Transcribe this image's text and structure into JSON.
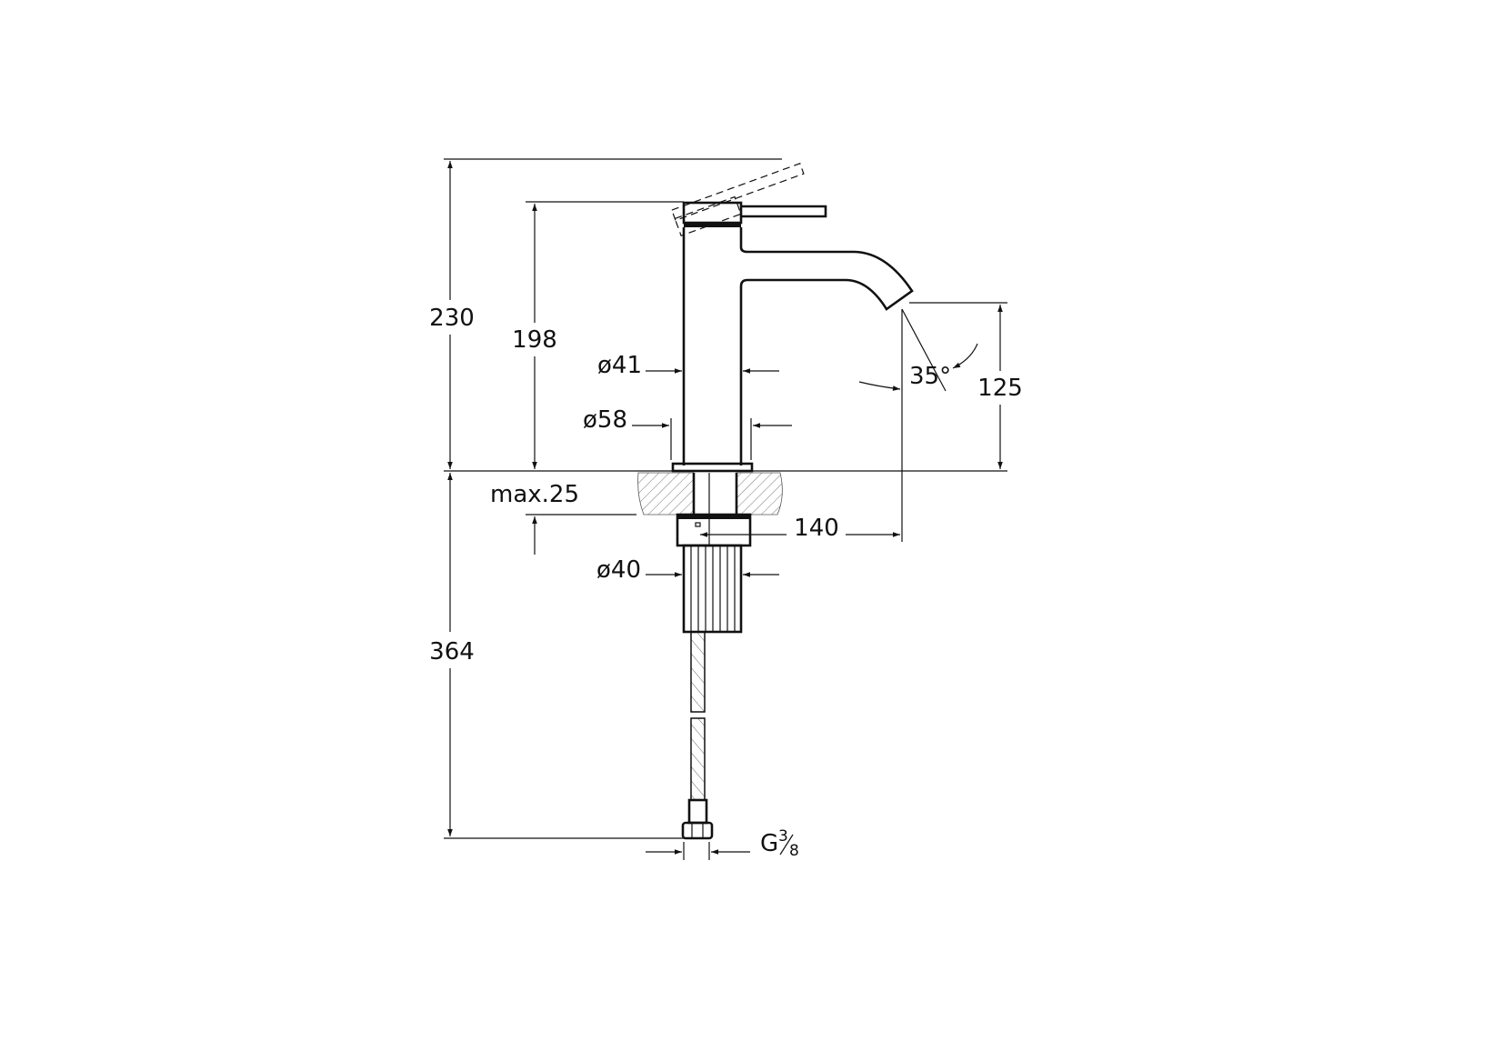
{
  "drawing": {
    "dimensions": {
      "total_height": "230",
      "body_height": "198",
      "body_diameter": "ø41",
      "base_diameter": "ø58",
      "spout_angle": "35°",
      "spout_height": "125",
      "max_counter_thickness": "max.25",
      "spout_reach": "140",
      "shank_diameter": "ø40",
      "hose_length": "364",
      "connection_thread": "G",
      "thread_num": "3",
      "thread_den": "8"
    }
  }
}
